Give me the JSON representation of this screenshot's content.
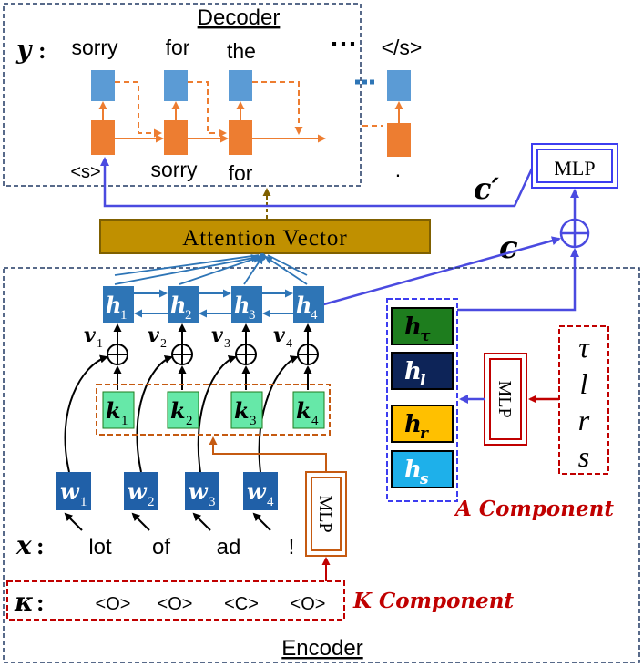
{
  "decoder": {
    "title": "Decoder",
    "y_label": "y",
    "outputs": [
      "sorry",
      "for",
      "the",
      "</s>"
    ],
    "ellipsis": "⋯",
    "inputs": [
      "<s>",
      "sorry",
      "for",
      "."
    ]
  },
  "attention": {
    "label": "Attention Vector"
  },
  "context": {
    "c_label": "c",
    "c_prime_label": "c′",
    "mlp_top": "MLP"
  },
  "encoder": {
    "title": "Encoder",
    "hidden": [
      "h",
      "h",
      "h",
      "h"
    ],
    "hidden_sub": [
      "1",
      "2",
      "3",
      "4"
    ],
    "v": [
      "v",
      "v",
      "v",
      "v"
    ],
    "v_sub": [
      "1",
      "2",
      "3",
      "4"
    ],
    "k": [
      "k",
      "k",
      "k",
      "k"
    ],
    "k_sub": [
      "1",
      "2",
      "3",
      "4"
    ],
    "w": [
      "w",
      "w",
      "w",
      "w"
    ],
    "w_sub": [
      "1",
      "2",
      "3",
      "4"
    ],
    "x_label": "x",
    "words": [
      "lot",
      "of",
      "ad",
      "!"
    ],
    "mlp_k": "MLP"
  },
  "k_component": {
    "kappa_label": "κ",
    "tags": [
      "<O>",
      "<O>",
      "<C>",
      "<O>"
    ],
    "title": "K Component"
  },
  "a_component": {
    "h_labels": [
      "h",
      "h",
      "h",
      "h"
    ],
    "h_subs": [
      "τ",
      "l",
      "r",
      "s"
    ],
    "h_colors": [
      "#1e7d1e",
      "#0d2458",
      "#ffc000",
      "#1eb0ea"
    ],
    "mlp_label": "MLP",
    "attrs": [
      "τ",
      "l",
      "r",
      "s"
    ],
    "title": "A Component"
  },
  "colors": {
    "blue_cell": "#5b9bd5",
    "orange_cell": "#ed7d31",
    "green_cell": "#66e8a8",
    "attention_fill": "#c09000",
    "red_dash": "#c00000",
    "navy_dash": "#203864",
    "arrow_blue": "#4a4ae0",
    "arrow_cyan": "#2e75b6",
    "arrow_orange": "#ed7d31",
    "mlp_orange": "#c55a11",
    "mlp_blue": "#3d3df0"
  }
}
